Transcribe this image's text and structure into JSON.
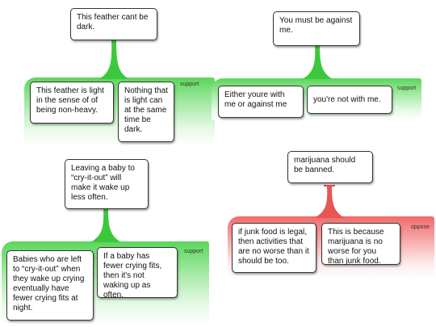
{
  "colors": {
    "support": "#3cc83c",
    "oppose": "#e85555"
  },
  "arguments": [
    {
      "claim": "This feather cant be dark.",
      "relation": "support",
      "premises": [
        "This feather is light in the sense of of being non-heavy.",
        "Nothing that is light can at the same time be dark."
      ]
    },
    {
      "claim": "You must be against me.",
      "relation": "support",
      "premises": [
        "Either youre with me or against me",
        "you're not with me."
      ]
    },
    {
      "claim": "Leaving a baby to “cry-it-out” will make it wake up less often.",
      "relation": "support",
      "premises": [
        "Babies who are left to “cry-it-out” when they wake up crying eventually have fewer crying fits at night.",
        "If a baby has fewer crying fits, then it's not waking up as often."
      ]
    },
    {
      "claim": "marijuana should be banned.",
      "relation": "oppose",
      "premises": [
        "if junk food is legal, then activities that are no worse than it should be too.",
        "This is because marijuana is no worse for you than junk food."
      ]
    }
  ]
}
